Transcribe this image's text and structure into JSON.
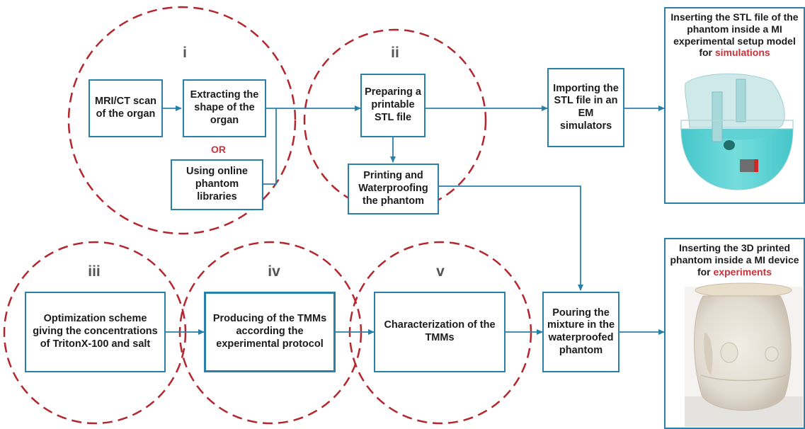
{
  "stages": {
    "i": "i",
    "ii": "ii",
    "iii": "iii",
    "iv": "iv",
    "v": "v"
  },
  "boxes": {
    "mri_scan": "MRI/CT scan of the organ",
    "extract_shape": "Extracting the shape of the organ",
    "or_label": "OR",
    "online_libraries": "Using online phantom libraries",
    "prepare_stl": "Preparing a printable STL file",
    "print_waterproof": "Printing and Waterproofing the phantom",
    "import_stl": "Importing the STL file in an EM simulators",
    "optimization": "Optimization scheme giving the concentrations of TritonX-100 and salt",
    "producing_tmms": "Producing of the TMMs according the experimental protocol",
    "characterization": "Characterization of the TMMs",
    "pouring": "Pouring the mixture in the waterproofed phantom"
  },
  "panels": {
    "simulation": {
      "title_main": "Inserting the STL file of the phantom inside a MI experimental setup model for ",
      "title_highlight": "simulations"
    },
    "experiment": {
      "title_main": "Inserting the 3D printed phantom inside a MI device for ",
      "title_highlight": "experiments"
    }
  },
  "colors": {
    "accent_blue": "#2a7fab",
    "dashed_red": "#b3262e",
    "highlight_red": "#c8323a",
    "phantom_cyan": "#3fc8cc"
  }
}
